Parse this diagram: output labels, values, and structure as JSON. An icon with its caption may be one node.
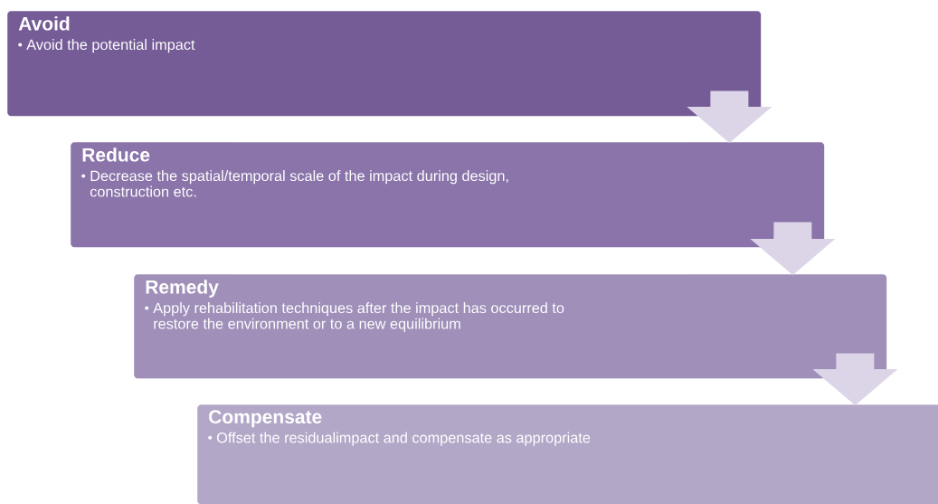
{
  "diagram": {
    "nodes": [
      {
        "text": [
          "Avoid",
          "Avoid the potential impact"
        ]
      },
      {
        "text": [
          "Reduce",
          "Decrease the spatial/temporal scale of the impact during design, construction etc."
        ]
      },
      {
        "text": [
          "Remedy",
          "Apply rehabilitation techniques after the impact has occurred to restore the environment or to a new equilibrium"
        ]
      },
      {
        "text": [
          "Compensate",
          "Offset the residualimpact and compensate as appropriate"
        ]
      }
    ],
    "edges": [
      {
        "from": 0,
        "to": 1,
        "arrow": "to"
      },
      {
        "from": 1,
        "to": 2,
        "arrow": "to"
      },
      {
        "from": 2,
        "to": 3,
        "arrow": "to"
      }
    ]
  }
}
